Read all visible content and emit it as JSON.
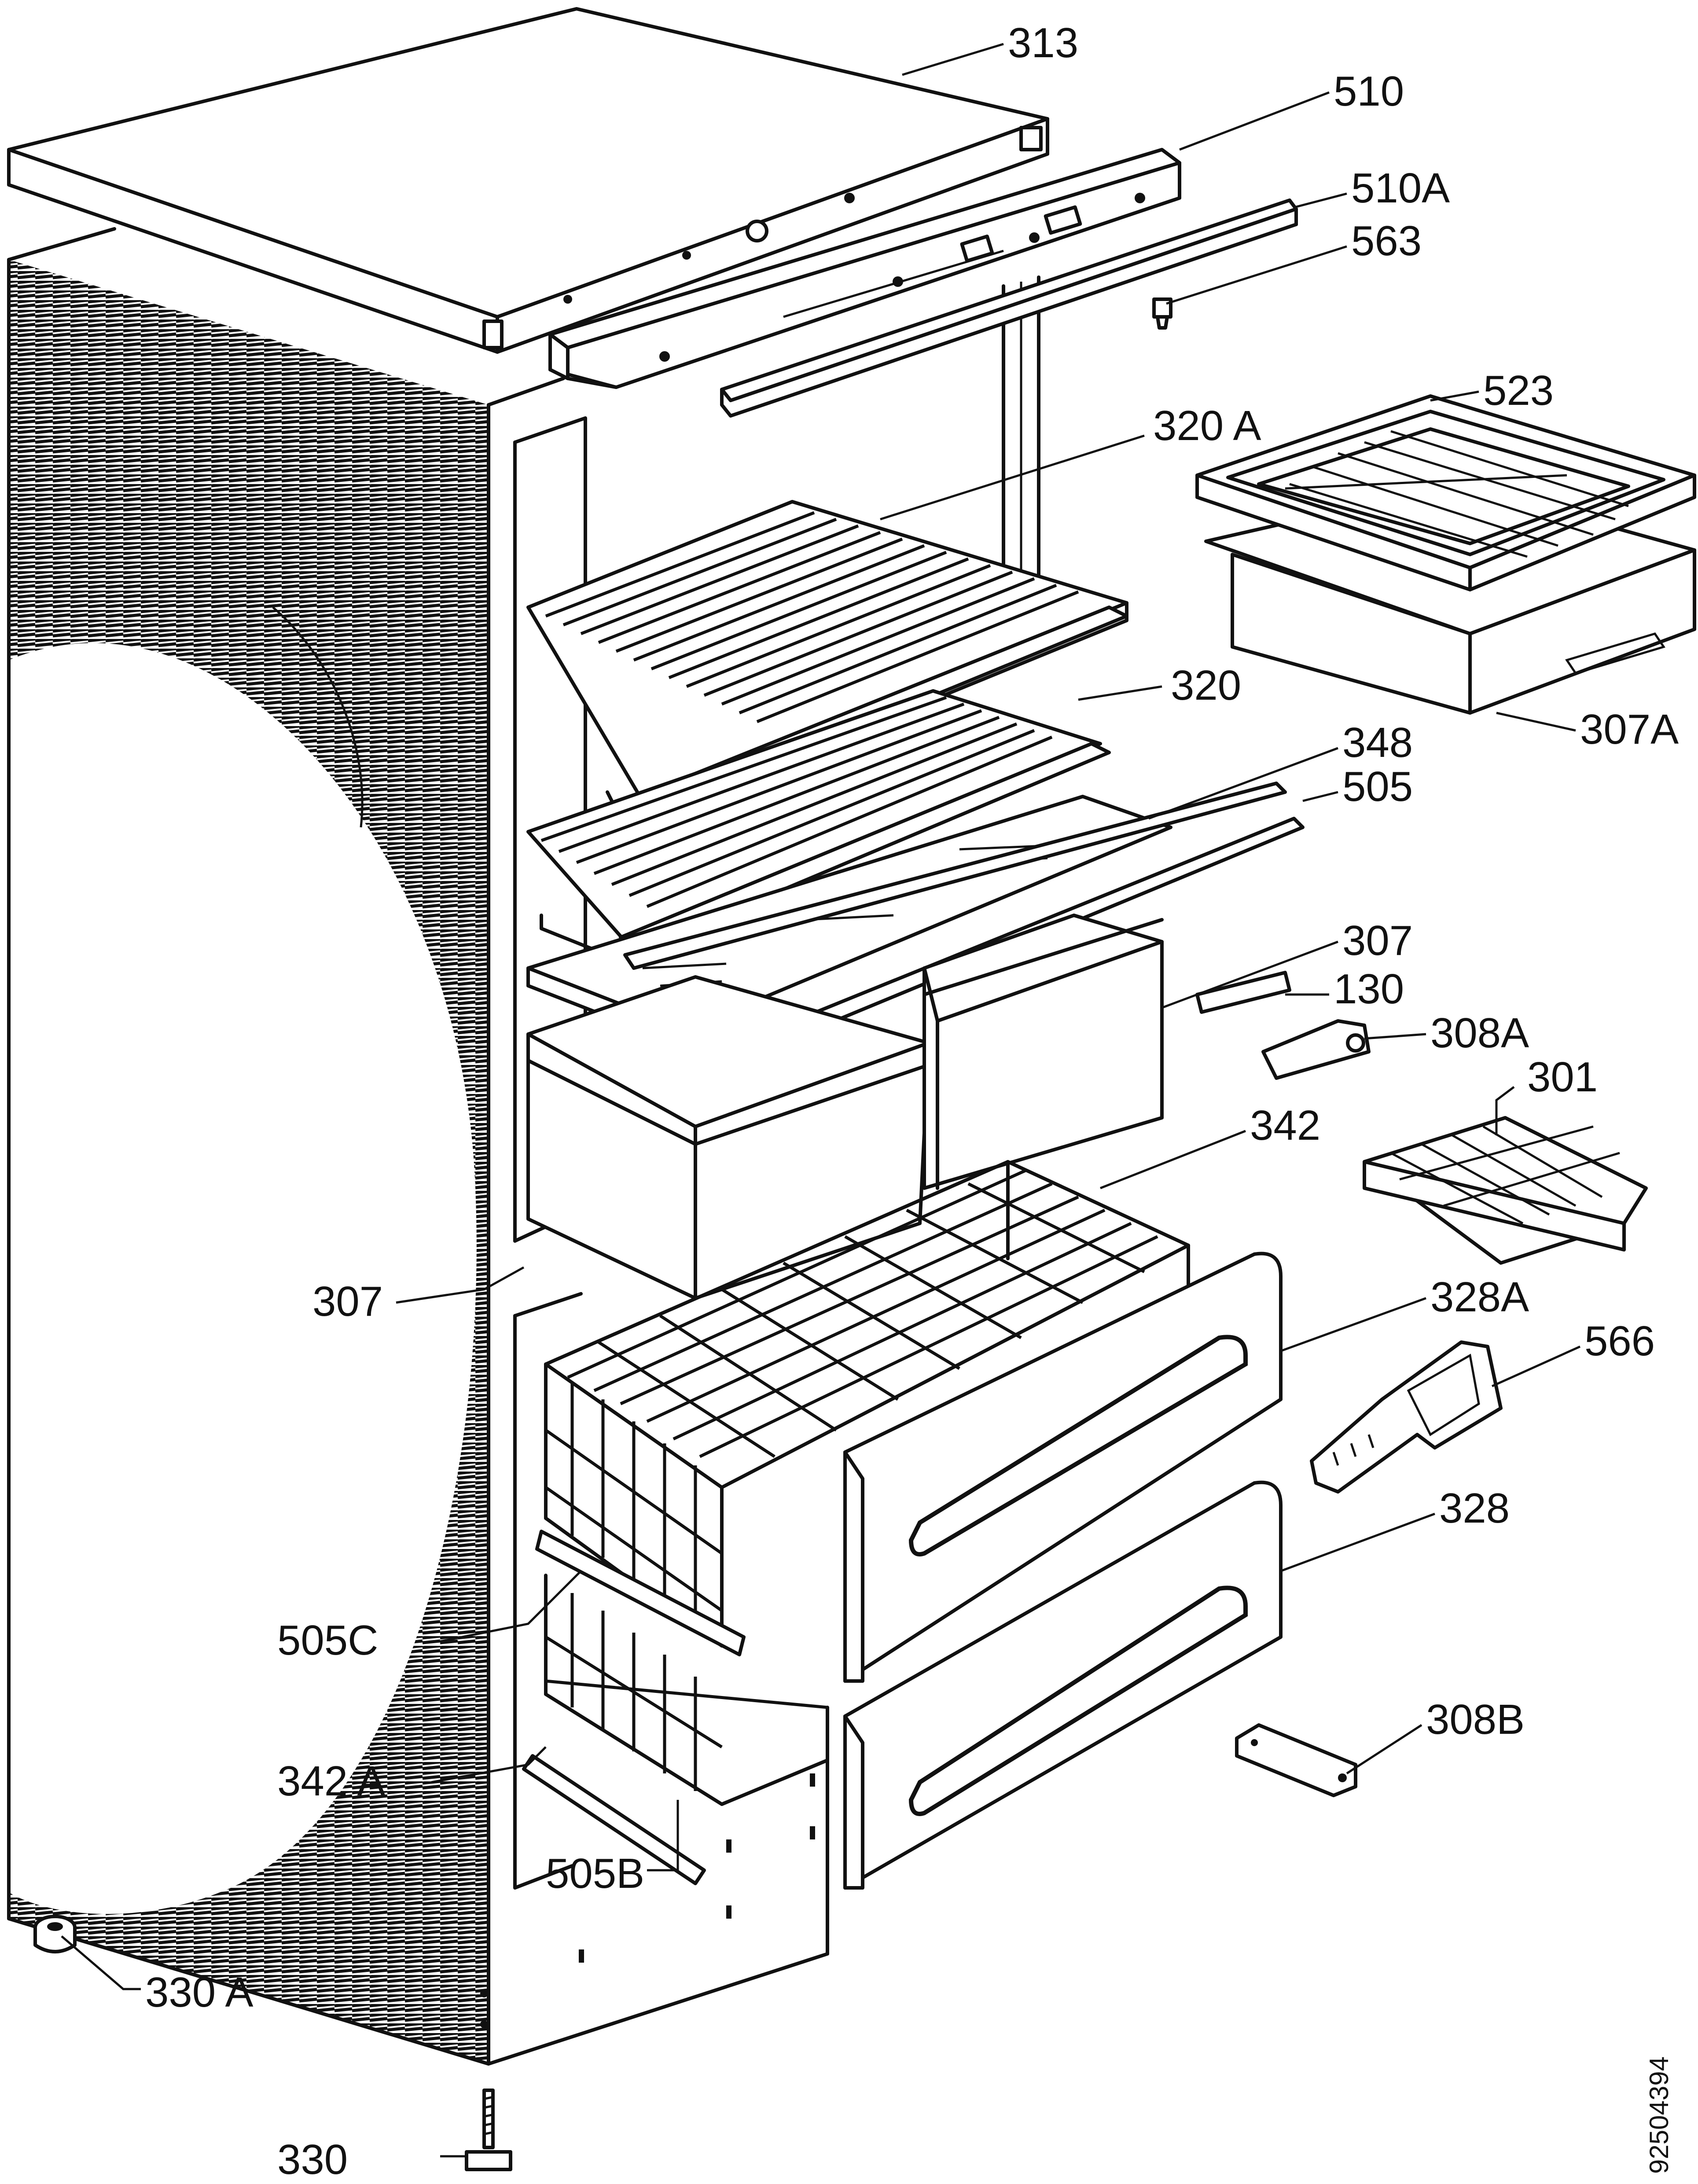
{
  "labels": {
    "l313": "313",
    "l510": "510",
    "l510a": "510A",
    "l563": "563",
    "l523": "523",
    "l320a": "320 A",
    "l320": "320",
    "l307a": "307A",
    "l348": "348",
    "l505": "505",
    "l307_right": "307",
    "l130": "130",
    "l308a": "308A",
    "l301": "301",
    "l342": "342",
    "l307_left": "307",
    "l328a": "328A",
    "l566": "566",
    "l328": "328",
    "l505c": "505C",
    "l342a": "342 A",
    "l308b": "308B",
    "l505b": "505B",
    "l330a": "330 A",
    "l330": "330"
  },
  "drawing_number": "92504394"
}
